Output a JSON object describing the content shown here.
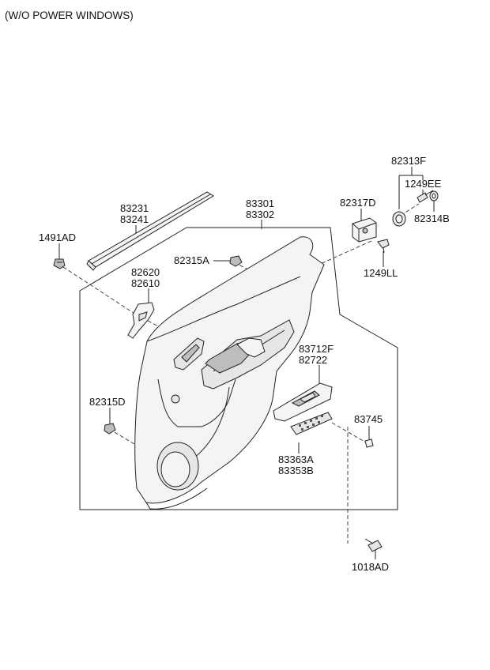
{
  "header": {
    "title": "(W/O POWER WINDOWS)"
  },
  "parts": {
    "p83231": "83231",
    "p83241": "83241",
    "p1491AD": "1491AD",
    "p83301": "83301",
    "p83302": "83302",
    "p82317D": "82317D",
    "p82313F": "82313F",
    "p1249EE": "1249EE",
    "p82314B": "82314B",
    "p82315A": "82315A",
    "p1249LL": "1249LL",
    "p82620": "82620",
    "p82610": "82610",
    "p83712F": "83712F",
    "p82722": "82722",
    "p82315D": "82315D",
    "p83745": "83745",
    "p83363A": "83363A",
    "p83353B": "83353B",
    "p1018AD": "1018AD"
  }
}
